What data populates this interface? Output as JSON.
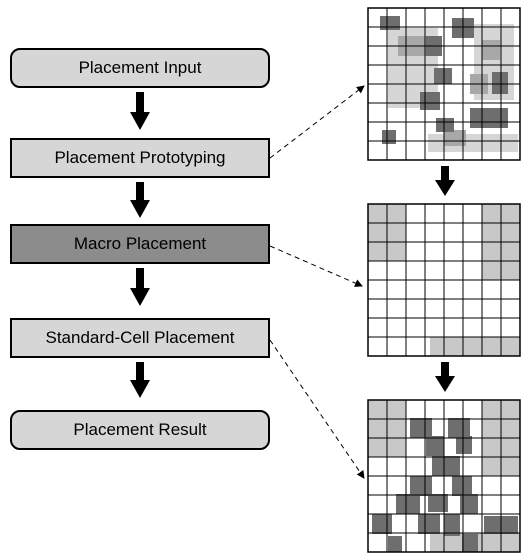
{
  "flow": {
    "stages": [
      {
        "label": "Placement Input",
        "shape": "rounded",
        "fill": "#d6d6d6"
      },
      {
        "label": "Placement Prototyping",
        "shape": "rect",
        "fill": "#d6d6d6"
      },
      {
        "label": "Macro Placement",
        "shape": "rect",
        "fill": "#8c8c8c"
      },
      {
        "label": "Standard-Cell Placement",
        "shape": "rect",
        "fill": "#d6d6d6"
      },
      {
        "label": "Placement Result",
        "shape": "rounded",
        "fill": "#d6d6d6"
      }
    ]
  },
  "colors": {
    "light_block": "#c8c8c8",
    "mid_block": "#a8a8a8",
    "dark_block": "#6e6e6e",
    "grid_line": "#000000"
  }
}
